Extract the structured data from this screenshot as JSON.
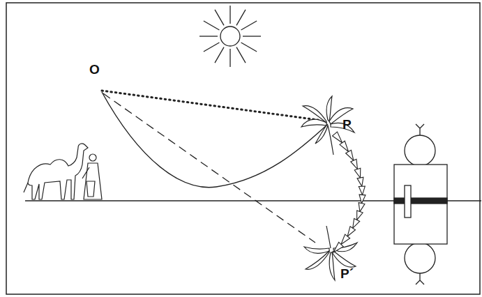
{
  "diagram": {
    "labels": [
      "O",
      "P",
      "P´"
    ]
  }
}
